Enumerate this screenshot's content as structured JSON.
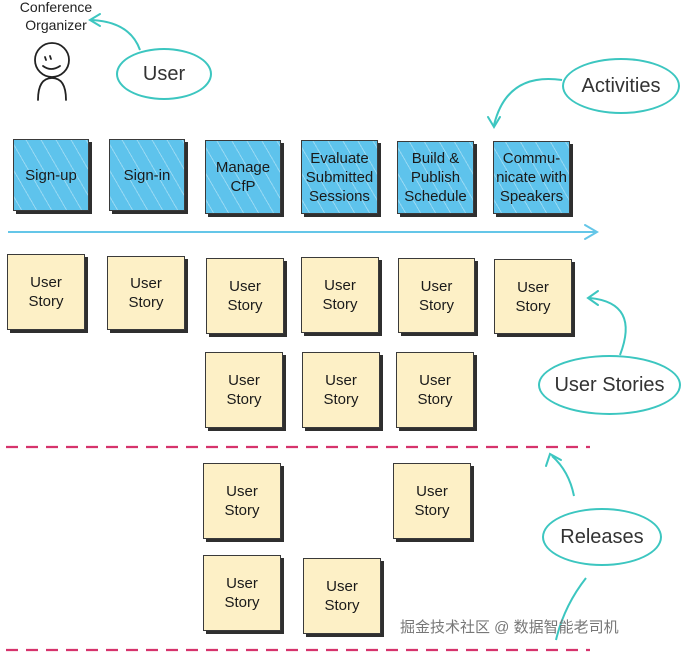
{
  "user_role": {
    "line1": "Conference",
    "line2": "Organizer"
  },
  "bubbles": {
    "user": "User",
    "activities": "Activities",
    "user_stories": "User Stories",
    "releases": "Releases"
  },
  "activities": [
    {
      "label": "Sign-up"
    },
    {
      "label": "Sign-in"
    },
    {
      "label": "Manage\nCfP"
    },
    {
      "label": "Evaluate\nSubmitted\nSessions"
    },
    {
      "label": "Build &\nPublish\nSchedule"
    },
    {
      "label": "Commu-\nnicate with\nSpeakers"
    }
  ],
  "story_label": "User\nStory",
  "watermark": "掘金技术社区 @ 数据智能老司机",
  "colors": {
    "activity": "#5ec3ec",
    "story": "#fdf0c6",
    "annotation": "#3cc6c0",
    "release_line": "#d6336c"
  }
}
